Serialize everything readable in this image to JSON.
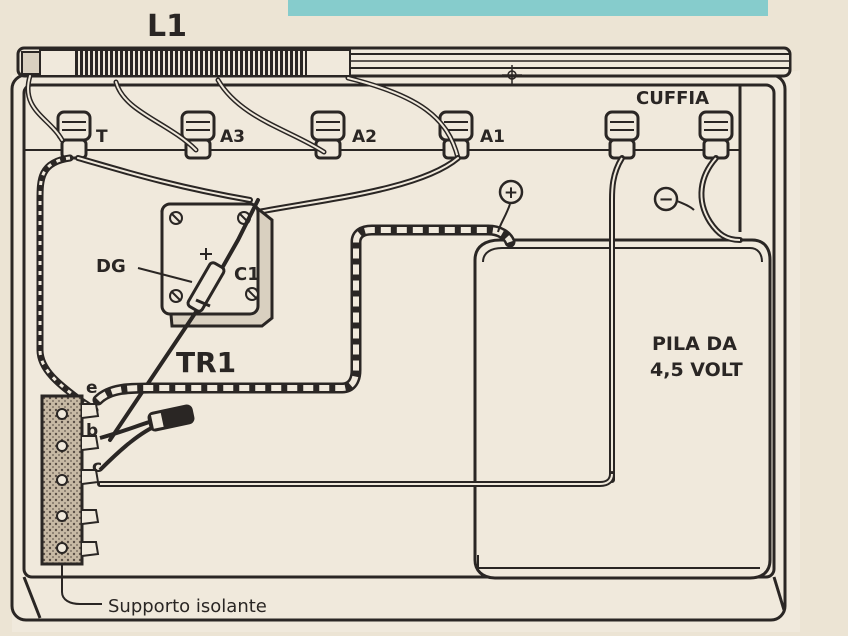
{
  "diagram": {
    "labels": {
      "l1": "L1",
      "t": "T",
      "a3": "A3",
      "a2": "A2",
      "a1": "A1",
      "cuffia": "CUFFIA",
      "plus": "+",
      "minus": "−",
      "dg": "DG",
      "c1": "C1",
      "tr1": "TR1",
      "e": "e",
      "b": "b",
      "c": "c",
      "pila_line1": "PILA DA",
      "pila_line2": "4,5 VOLT",
      "supporto": "Supporto isolante"
    },
    "colors": {
      "ink": "#2a2624",
      "paper": "#ece4d4",
      "accent_strip": "#86cccc",
      "board": "#f0e9dc",
      "insulator": "#b9aa96"
    },
    "icons": {
      "terminal": "screw-terminal-icon",
      "cursor": "crosshair-icon"
    }
  }
}
